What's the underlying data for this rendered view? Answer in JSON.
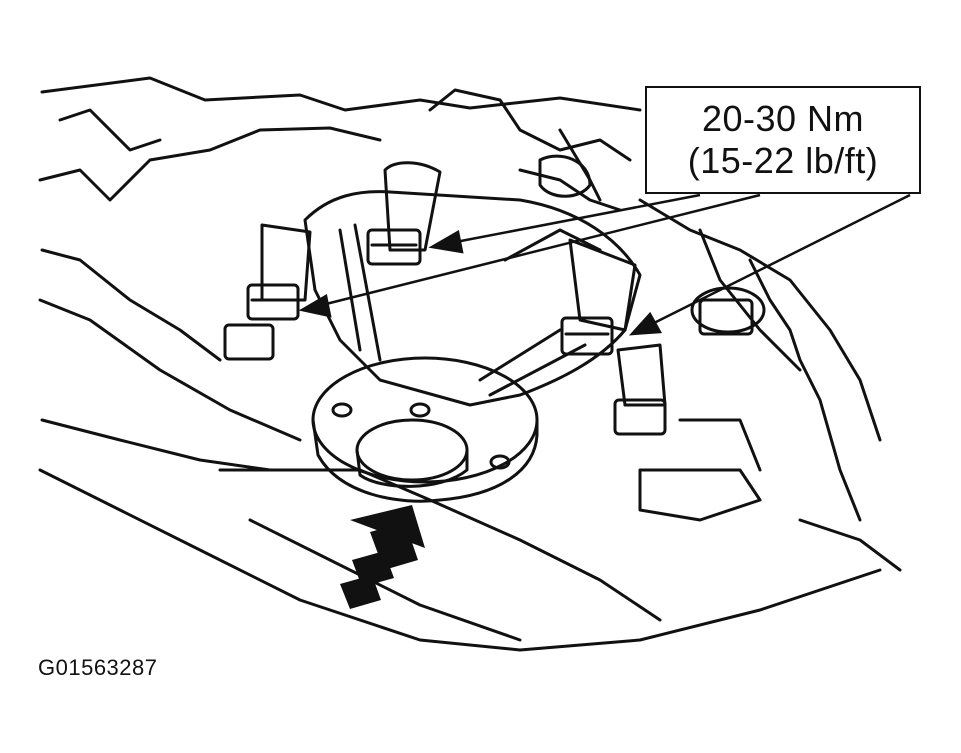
{
  "callout": {
    "torque_nm": "20-30 Nm",
    "torque_lbft": "(15-22 lb/ft)"
  },
  "figure_id": "G01563287",
  "colors": {
    "line": "#111111",
    "background": "#ffffff"
  }
}
